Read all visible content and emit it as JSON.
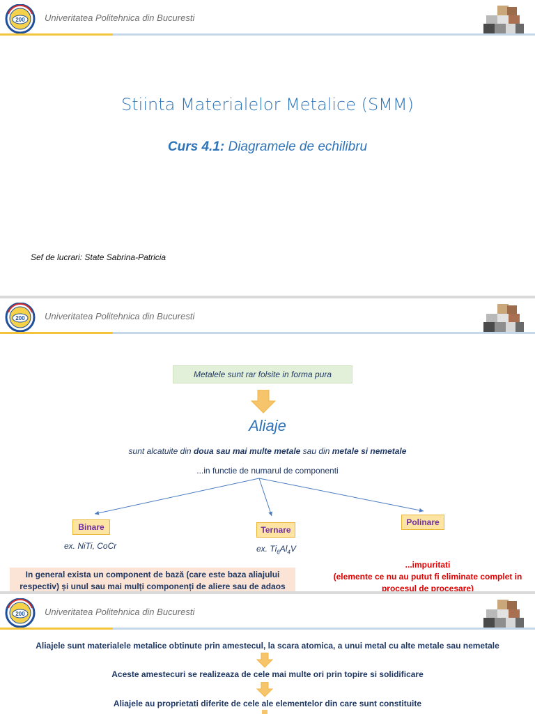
{
  "header": {
    "university": "Univeritatea Politehnica din Bucuresti",
    "logo_icon": "upb-200-anniversary-seal",
    "cubes_icon": "metal-cubes-icon"
  },
  "slide1": {
    "title": "Stiinta Materialelor Metalice (SMM)",
    "course_label": "Curs 4.1:",
    "course_subject": "Diagramele de echilibru",
    "author": "Sef de lucrari: State Sabrina-Patricia"
  },
  "slide2": {
    "intro": "Metalele sunt rar folsite in forma pura",
    "heading": "Aliaje",
    "composition": {
      "part1": "sunt alcatuite din ",
      "bold1": "doua sau mai multe metale",
      "part2": " sau din ",
      "bold2": "metale si nemetale"
    },
    "classification": "...in functie de numarul de componenti",
    "types": [
      {
        "label": "Binare",
        "example": "ex. NiTi, CoCr"
      },
      {
        "label": "Ternare",
        "example": "ex. Ti6Al4V"
      },
      {
        "label": "Polinare",
        "example": ""
      }
    ],
    "ternary_example": {
      "prefix": "ex. Ti",
      "sub1": "6",
      "mid": "Al",
      "sub2": "4",
      "suffix": "V"
    },
    "base_component_note": "In general exista un component de bază (care este baza aliajului respectiv) și unul sau mai mulți componenți de aliere sau de adaos",
    "impurities_title": "...impuritati",
    "impurities_note": "(elemente ce nu au putut fi eliminate complet in procesul de procesare)"
  },
  "slide3": {
    "line1": "Aliajele sunt materialele metalice obtinute prin amestecul, la scara atomica, a unui metal cu alte metale sau nemetale",
    "line2": "Aceste amestecuri se realizeaza de cele mai multe ori prin topire si solidificare",
    "line3": "Aliajele au proprietati diferite de cele ale elementelor din care sunt constituite"
  },
  "colors": {
    "title_blue": "#2e73b7",
    "text_navy": "#1f3864",
    "accent_yellow": "#f3c33a",
    "accent_blue_line": "#c5d7ea",
    "purple": "#7030a0",
    "red": "#e00000"
  }
}
